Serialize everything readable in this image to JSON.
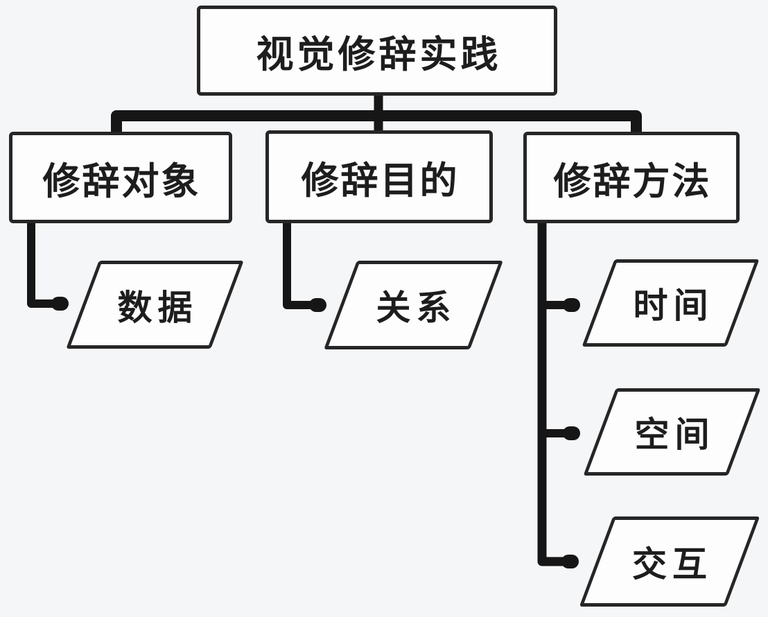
{
  "diagram": {
    "root": {
      "label": "视觉修辞实践"
    },
    "branches": [
      {
        "label": "修辞对象",
        "children": [
          {
            "label": "数据"
          }
        ]
      },
      {
        "label": "修辞目的",
        "children": [
          {
            "label": "关系"
          }
        ]
      },
      {
        "label": "修辞方法",
        "children": [
          {
            "label": "时间"
          },
          {
            "label": "空间"
          },
          {
            "label": "交互"
          }
        ]
      }
    ],
    "shapes": {
      "category_node": "rectangle",
      "leaf_node": "parallelogram"
    },
    "colors": {
      "background": "#f5f6f8",
      "node_fill": "#fdfdfe",
      "node_border": "#262626",
      "connector_line": "#161616",
      "text": "#1d1d1d"
    }
  }
}
